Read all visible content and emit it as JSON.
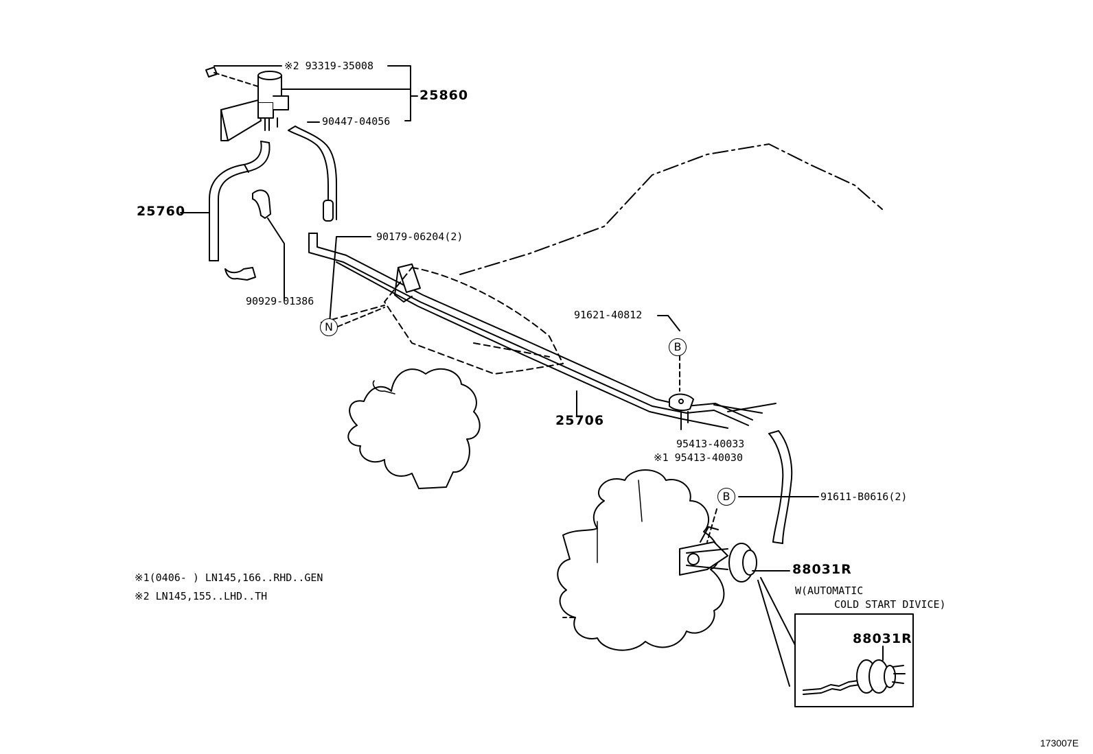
{
  "parts": {
    "p_93319_35008": "※2 93319-35008",
    "p_25860": "25860",
    "p_90447_04056": "90447-04056",
    "p_25760": "25760",
    "p_90179_06204": "90179-06204(2)",
    "p_90929_01386": "90929-01386",
    "p_91621_40812": "91621-40812",
    "p_25706": "25706",
    "p_95413_40033": "95413-40033",
    "p_95413_40030": "※1 95413-40030",
    "p_91611_B0616": "91611-B0616(2)",
    "p_88031R_main": "88031R",
    "p_88031R_inset": "88031R"
  },
  "callouts": {
    "n": "N",
    "b_upper": "B",
    "b_lower": "B"
  },
  "inset_caption": {
    "line1": "W(AUTOMATIC",
    "line2": "COLD START DIVICE)"
  },
  "notes": {
    "note1": "※1(0406-     ) LN145,166..RHD..GEN",
    "note2": "※2 LN145,155..LHD..TH"
  },
  "diagram_id": "173007E"
}
